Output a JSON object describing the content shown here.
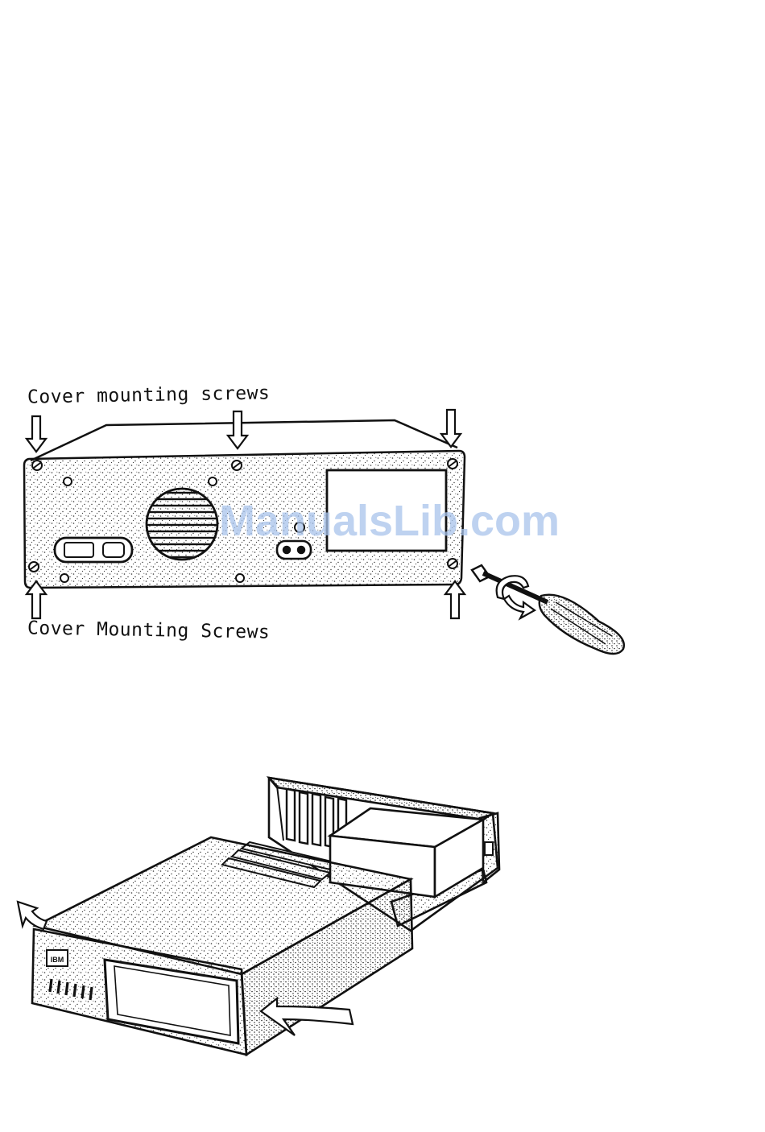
{
  "diagram": {
    "label_top": "Cover mounting screws",
    "label_bottom": "Cover Mounting Screws",
    "watermark": "ManualsLib.com",
    "badge": "IBM"
  },
  "colors": {
    "line": "#111111",
    "stipple": "#333333",
    "watermark": "#a9c4ec",
    "background": "#ffffff"
  },
  "icons": [
    "down-arrow-icon",
    "up-arrow-icon",
    "screwdriver-icon",
    "rotation-arrow-icon",
    "curved-arrow-icon"
  ]
}
